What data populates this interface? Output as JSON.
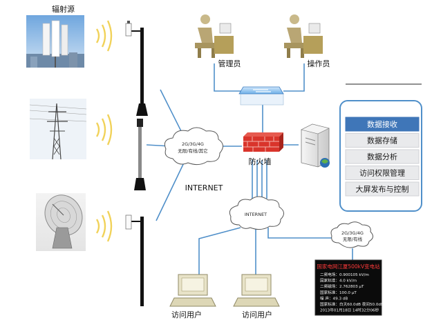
{
  "colors": {
    "link": "#4f8fc9",
    "panel_border": "#4f8fc9",
    "menu_active": "#3f76b8",
    "menu_item": "#e9eaec",
    "firewall": "#d9342b",
    "led_bg": "#0b0b0b",
    "led_title": "#ff3a3a"
  },
  "sources": {
    "title": "辐射源",
    "items": [
      {
        "icon": "broadcast-tower-photo"
      },
      {
        "icon": "power-pylon-photo"
      },
      {
        "icon": "satellite-dish-photo"
      }
    ]
  },
  "roles": {
    "admin": "管理员",
    "operator": "操作员"
  },
  "network": {
    "cloud_upper_line1": "2G/3G/4G",
    "cloud_upper_line2": "无限/有线/其它",
    "internet_label": "INTERNET",
    "cloud_lower": "INTERNET",
    "cloud_small_line1": "2G/3G/4G",
    "cloud_small_line2": "无限/有线"
  },
  "firewall": {
    "label": "防火墙"
  },
  "server_menu": {
    "items": [
      {
        "label": "数据接收",
        "active": true
      },
      {
        "label": "数据存储",
        "active": false
      },
      {
        "label": "数据分析",
        "active": false
      },
      {
        "label": "访问权限管理",
        "active": false
      },
      {
        "label": "大屏发布与控制",
        "active": false
      }
    ]
  },
  "users": {
    "left": "访问用户",
    "right": "访问用户"
  },
  "led_screen": {
    "title": "国家电网江厦500kV变电站",
    "lines": [
      "二频电场：0.900105 kV/m",
      "国家标准：4.0        kV/m",
      "二频磁场：2.762803 μT",
      "国家标准：100.0      μT",
      "噪    声：49.3         dB",
      "国家标准：白天60.0dB 夜间50.0dB",
      "2013年01月18日 14时32分06秒"
    ]
  }
}
